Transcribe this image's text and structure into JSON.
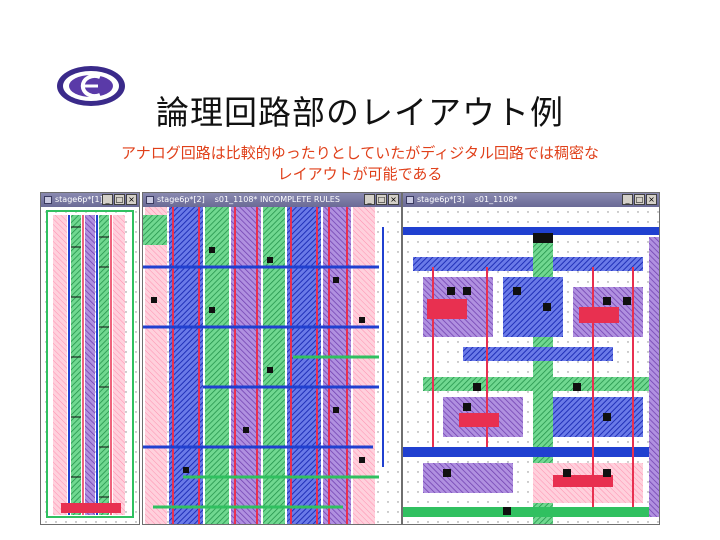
{
  "slide": {
    "title": "論理回路部のレイアウト例",
    "subtitle_line1": "アナログ回路は比較的ゆったりとしていたがディジタル回路では稠密な",
    "subtitle_line2": "レイアウトが可能である"
  },
  "windows": [
    {
      "id": "w1",
      "title": "stage6p*[1]",
      "path": "",
      "buttons": [
        "_",
        "□",
        "×"
      ]
    },
    {
      "id": "w2",
      "title": "stage6p*[2]",
      "path": "s01_1108*  INCOMPLETE RULES",
      "buttons": [
        "_",
        "□",
        "×"
      ]
    },
    {
      "id": "w3",
      "title": "stage6p*[3]",
      "path": "s01_1108*",
      "buttons": [
        "_",
        "□",
        "×"
      ]
    }
  ],
  "colors": {
    "title": "#111111",
    "subtitle": "#e0401a",
    "poly": "#e83050",
    "metal1": "#2040d0",
    "metal2": "#8050c0",
    "diffusion": "#30c060",
    "via": "#101010",
    "well": "#ffb0c8"
  }
}
